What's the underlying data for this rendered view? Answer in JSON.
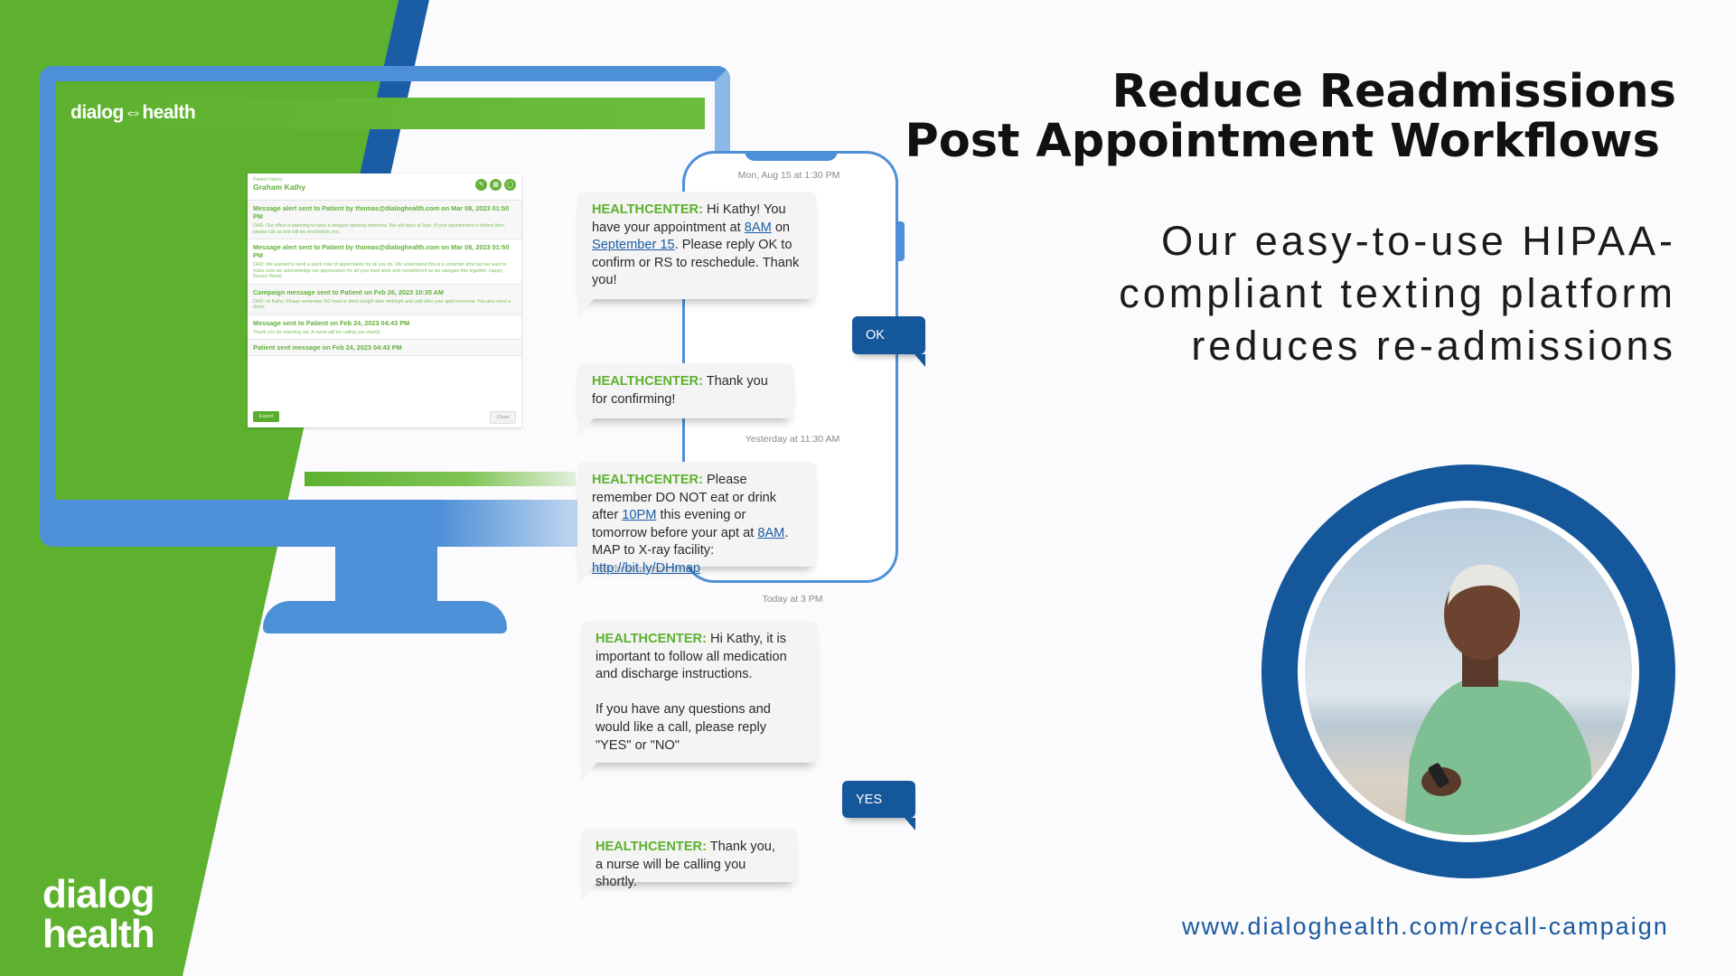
{
  "colors": {
    "brand_green": "#5db12f",
    "brand_blue": "#14579b",
    "frame_blue": "#4e90d7",
    "link_blue": "#1a5da5"
  },
  "headline": {
    "line1": "Reduce Readmissions",
    "line2": "Post Appointment Workflows"
  },
  "subheadline": {
    "line1": "Our easy-to-use HIPAA-",
    "line2": "compliant texting platform",
    "line3": "reduces re-admissions"
  },
  "url": "www.dialoghealth.com/recall-campaign",
  "brand_logo": {
    "line1": "dialog",
    "line2": "health"
  },
  "screen": {
    "logo": "dialog⇔health",
    "patient_panel": {
      "subtitle": "Patient History",
      "name": "Graham Kathy",
      "icons": [
        "edit-icon",
        "calendar-icon",
        "chat-icon"
      ],
      "entries": [
        {
          "title": "Message alert sent to Patient by thomas@dialoghealth.com on Mar 08, 2023 01:50 PM",
          "body": "DHD: Our office is planning to have a delayed opening tomorrow. We will open at 9am. If your appointment is before 9am, please call us and will we reschedule you."
        },
        {
          "title": "Message alert sent to Patient by thomas@dialoghealth.com on Mar 08, 2023 01:50 PM",
          "body": "DHD: We wanted to send a quick note of appreciation for all you do. We understand this is a uncertain time but we want to make sure we acknowledge our appreciation for all your hard work and commitment as we navigate this together. Happy Nurses Week!"
        },
        {
          "title": "Campaign message sent to Patient on Feb 26, 2023 10:35 AM",
          "body": "DHD: Hi Kathy. Please remember NO food or drink tonight after midnight and until after your appt tomorrow. You also need a driver."
        },
        {
          "title": "Message sent to Patient on Feb 24, 2023 04:43 PM",
          "body": "Thank you for reaching out. A nurse will be calling you shortly."
        },
        {
          "title": "Patient sent message on Feb 24, 2023 04:43 PM",
          "body": ""
        }
      ],
      "export_label": "Export",
      "close_label": "Close"
    }
  },
  "conversation": {
    "timestamps": [
      "Mon, Aug 15 at 1:30 PM",
      "Yesterday at 11:30 AM",
      "Today at 3 PM"
    ],
    "sender": "HEALTHCENTER:",
    "messages": [
      [
        {
          "t": " Hi Kathy! You have your appointment at "
        },
        {
          "t": "8AM",
          "link": true
        },
        {
          "t": " on "
        },
        {
          "t": "September 15",
          "link": true
        },
        {
          "t": ". Please reply OK to confirm or RS to reschedule. Thank you!"
        }
      ],
      [
        {
          "t": " Thank you for confirming!"
        }
      ],
      [
        {
          "t": " Please remember DO NOT eat or drink after "
        },
        {
          "t": "10PM",
          "link": true
        },
        {
          "t": " this evening or tomorrow before your apt at "
        },
        {
          "t": "8AM",
          "link": true
        },
        {
          "t": ". MAP to X-ray facility: "
        },
        {
          "t": "http://bit.ly/DHmap",
          "link": true
        }
      ],
      [
        {
          "t": " Hi Kathy, it is important to follow all medication and discharge instructions.\n\nIf you have any questions and would like a call, please reply \"YES\" or \"NO\""
        }
      ],
      [
        {
          "t": " Thank you, a nurse will be calling you shortly."
        }
      ]
    ],
    "replies": [
      "OK",
      "YES"
    ]
  }
}
